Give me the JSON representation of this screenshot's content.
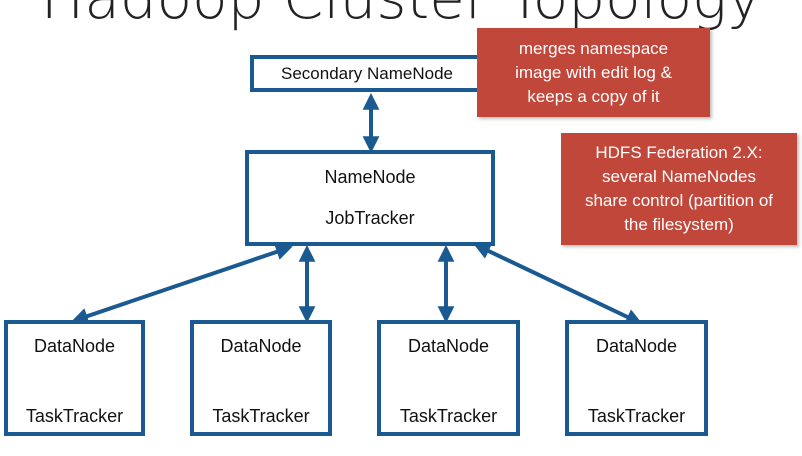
{
  "title": "Hadoop Cluster Topology",
  "secondary_namenode": {
    "label": "Secondary NameNode"
  },
  "master": {
    "namenode_label": "NameNode",
    "jobtracker_label": "JobTracker"
  },
  "workers": [
    {
      "datanode_label": "DataNode",
      "tasktracker_label": "TaskTracker"
    },
    {
      "datanode_label": "DataNode",
      "tasktracker_label": "TaskTracker"
    },
    {
      "datanode_label": "DataNode",
      "tasktracker_label": "TaskTracker"
    },
    {
      "datanode_label": "DataNode",
      "tasktracker_label": "TaskTracker"
    }
  ],
  "notes": {
    "secondary": {
      "line1": "merges namespace",
      "line2": "image with edit log &",
      "line3": "keeps a copy of it"
    },
    "federation": {
      "line1": "HDFS Federation 2.X:",
      "line2": "several NameNodes",
      "line3": "share control (partition of",
      "line4": "the filesystem)"
    }
  },
  "colors": {
    "box_border": "#1b5a91",
    "arrow": "#1b5a91",
    "note_fill": "#c0473a",
    "note_text": "#ffffff"
  }
}
